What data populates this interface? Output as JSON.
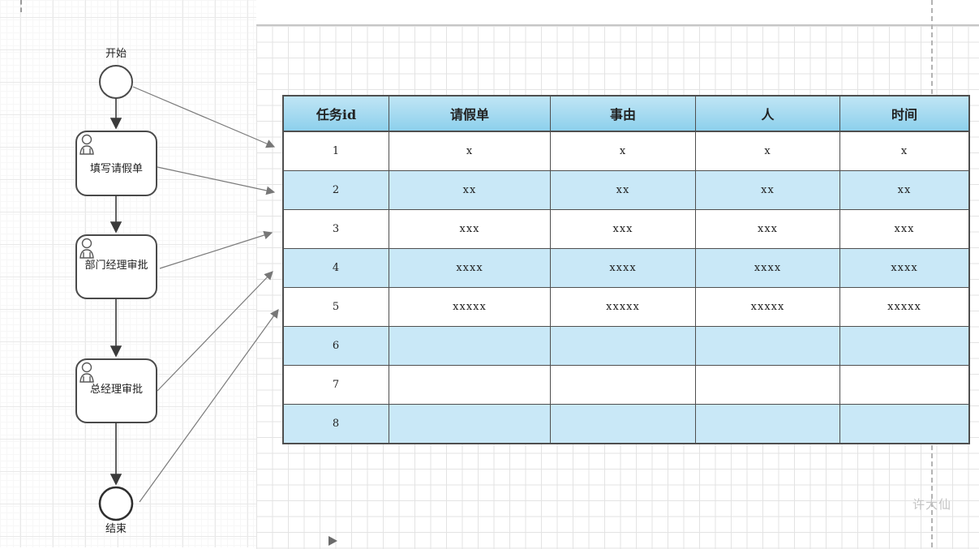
{
  "canvas": {
    "watermark": "许大仙"
  },
  "flowchart": {
    "start_label": "开始",
    "end_label": "结束",
    "tasks": [
      {
        "label": "填写请假单"
      },
      {
        "label": "部门经理审批"
      },
      {
        "label": "总经理审批"
      }
    ]
  },
  "table": {
    "headers": [
      "任务id",
      "请假单",
      "事由",
      "人",
      "时间"
    ],
    "rows": [
      [
        "1",
        "x",
        "x",
        "x",
        "x"
      ],
      [
        "2",
        "xx",
        "xx",
        "xx",
        "xx"
      ],
      [
        "3",
        "xxx",
        "xxx",
        "xxx",
        "xxx"
      ],
      [
        "4",
        "xxxx",
        "xxxx",
        "xxxx",
        "xxxx"
      ],
      [
        "5",
        "xxxxx",
        "xxxxx",
        "xxxxx",
        "xxxxx"
      ],
      [
        "6",
        "",
        "",
        "",
        ""
      ],
      [
        "7",
        "",
        "",
        "",
        ""
      ],
      [
        "8",
        "",
        "",
        "",
        ""
      ]
    ],
    "colors": {
      "header_gradient_top": "#c0e5f5",
      "header_gradient_bottom": "#8dd0ec",
      "row_alt": "#c9e8f7",
      "row_base": "#ffffff",
      "border": "#4f4f4f"
    }
  }
}
